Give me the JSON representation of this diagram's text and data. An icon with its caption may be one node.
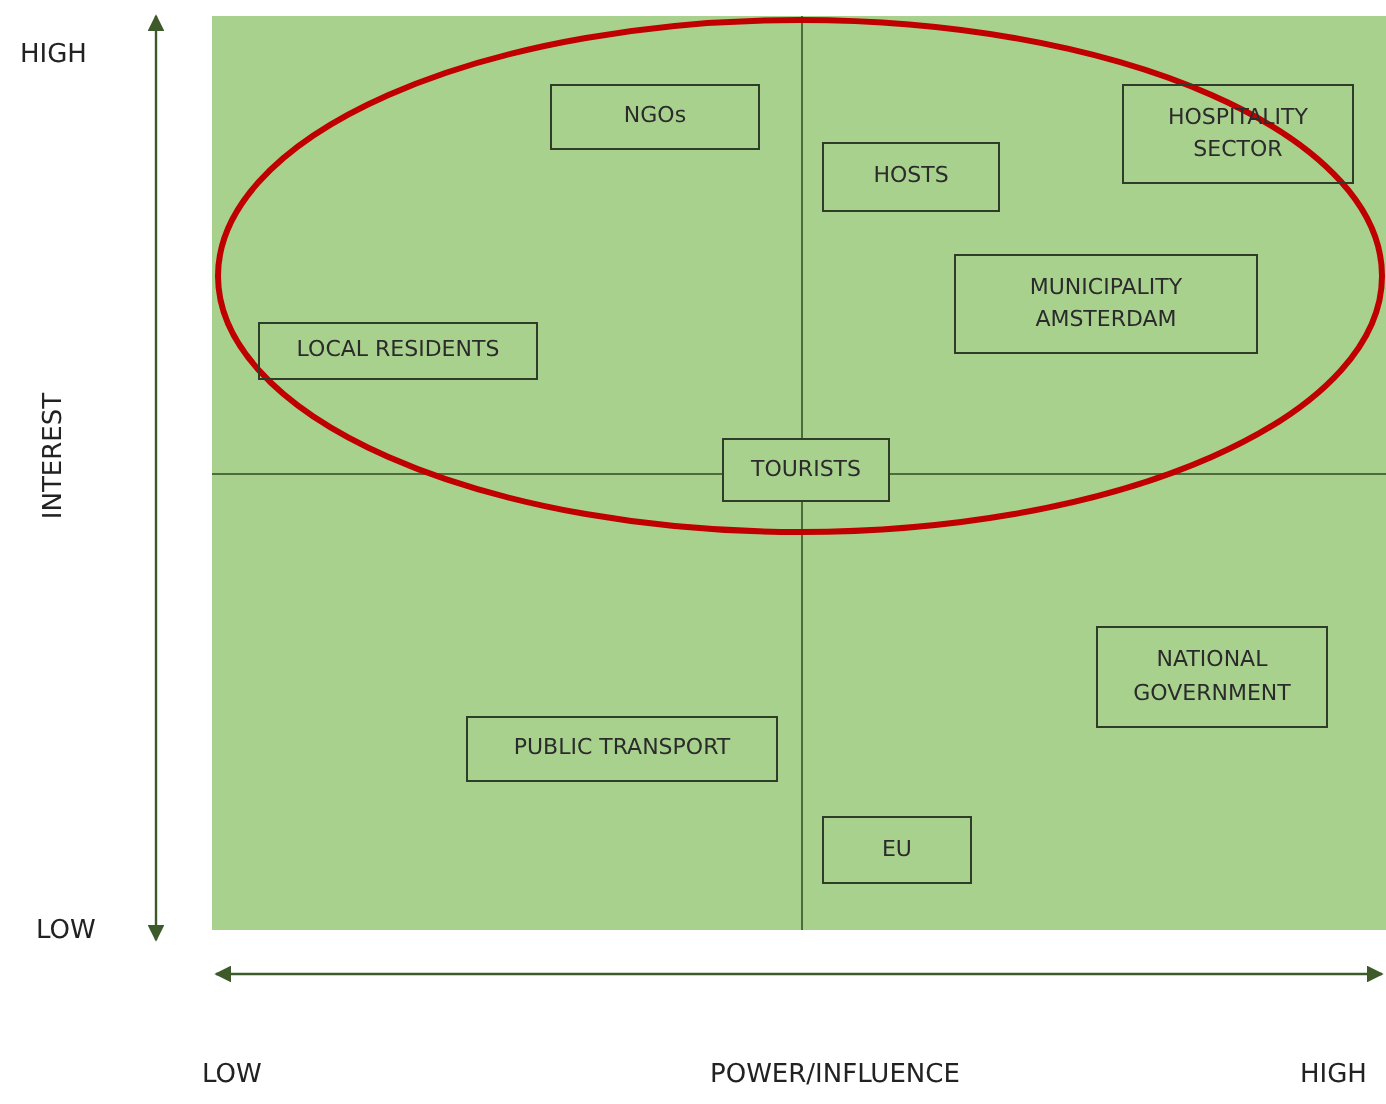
{
  "diagram": {
    "nodes": [
      {
        "text": [
          "NGOs"
        ]
      },
      {
        "text": [
          "HOSTS"
        ]
      },
      {
        "text": [
          "HOSPITALITY SECTOR"
        ]
      },
      {
        "text": [
          "MUNICIPALITY AMSTERDAM"
        ]
      },
      {
        "text": [
          "LOCAL RESIDENTS"
        ]
      },
      {
        "text": [
          "TOURISTS"
        ]
      },
      {
        "text": [
          "NATIONAL GOVERNMENT"
        ]
      },
      {
        "text": [
          "PUBLIC TRANSPORT"
        ]
      },
      {
        "text": [
          "EU"
        ]
      }
    ],
    "edges": [],
    "labels": [
      "HIGH",
      "INTEREST",
      "LOW",
      "LOW",
      "POWER/INFLUENCE",
      "HIGH"
    ]
  }
}
